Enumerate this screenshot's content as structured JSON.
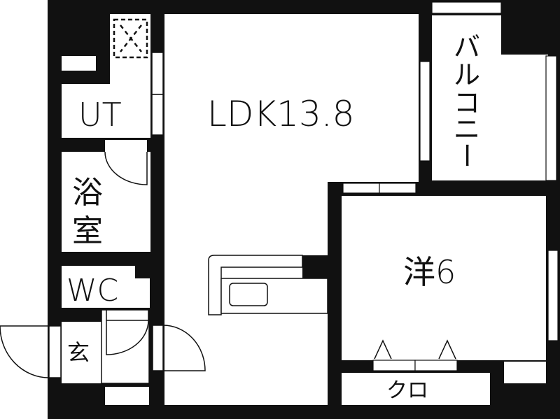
{
  "floorplan": {
    "rooms": {
      "ldk": "LDK13.8",
      "utility": "UT",
      "bath_line1": "浴",
      "bath_line2": "室",
      "toilet": "WC",
      "entrance": "玄",
      "western_room": "洋6",
      "closet": "クロ",
      "balcony_chars": [
        "バ",
        "ル",
        "コ",
        "ニ",
        "ー"
      ]
    },
    "colors": {
      "wall": "#111111",
      "floor": "#ffffff"
    }
  }
}
